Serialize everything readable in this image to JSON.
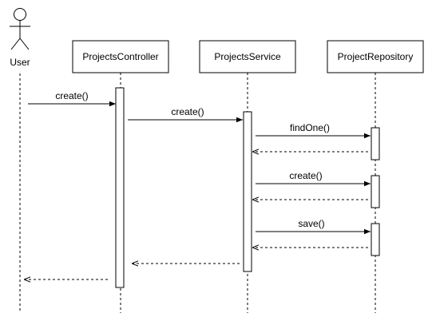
{
  "diagram": {
    "actor": {
      "label": "User"
    },
    "participants": [
      {
        "label": "ProjectsController"
      },
      {
        "label": "ProjectsService"
      },
      {
        "label": "ProjectRepository"
      }
    ],
    "messages": [
      {
        "label": "create()"
      },
      {
        "label": "create()"
      },
      {
        "label": "findOne()"
      },
      {
        "label": "create()"
      },
      {
        "label": "save()"
      }
    ]
  }
}
